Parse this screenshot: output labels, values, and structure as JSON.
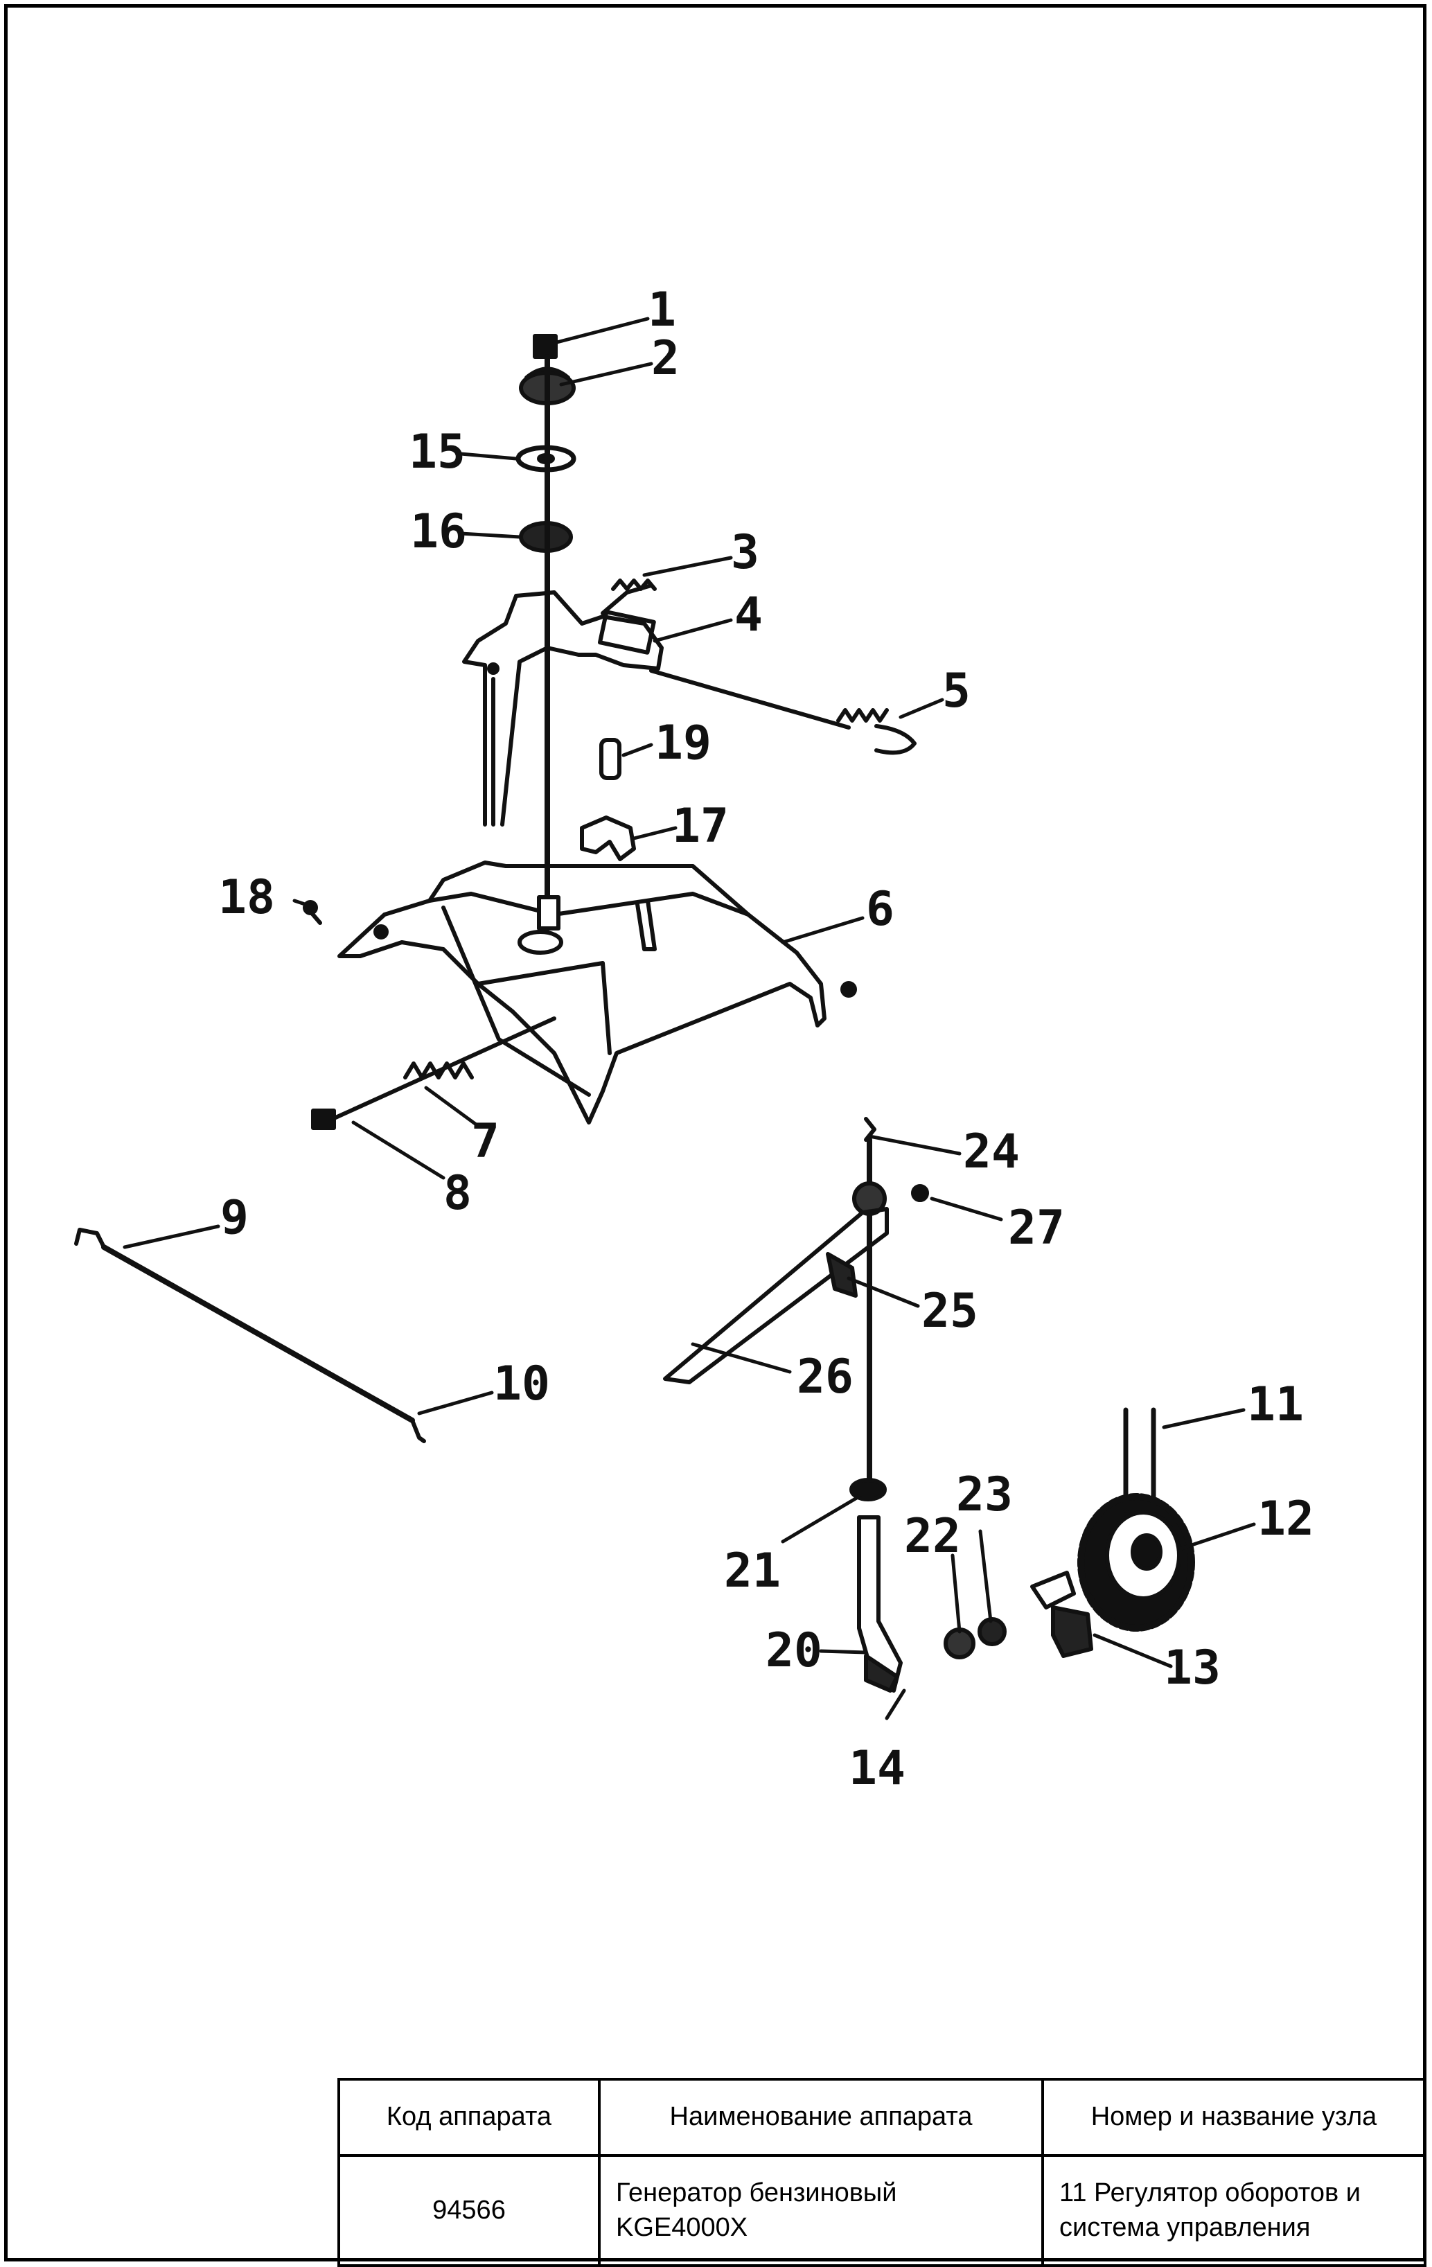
{
  "callouts": [
    "1",
    "2",
    "3",
    "4",
    "5",
    "6",
    "7",
    "8",
    "9",
    "10",
    "11",
    "12",
    "13",
    "14",
    "15",
    "16",
    "17",
    "18",
    "19",
    "20",
    "21",
    "22",
    "23",
    "24",
    "25",
    "26",
    "27"
  ],
  "title_block": {
    "headers": [
      "Код аппарата",
      "Наименование аппарата",
      "Номер и название узла"
    ],
    "code": "94566",
    "name_line1": "Генератор бензиновый",
    "name_line2": "KGE4000X",
    "unit_line1": "11 Регулятор оборотов и",
    "unit_line2": "система управления"
  }
}
